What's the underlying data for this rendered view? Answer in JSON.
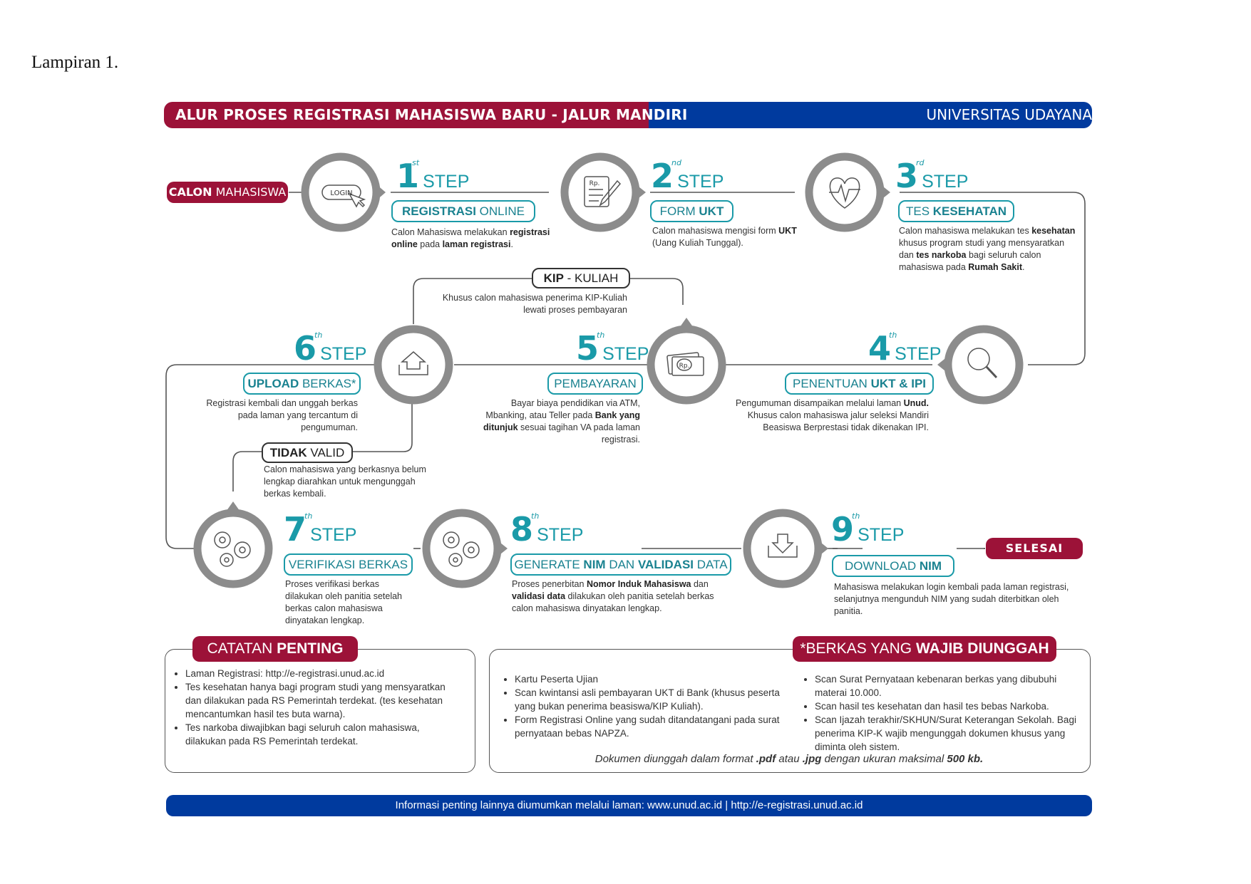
{
  "caption": "Lampiran 1.",
  "banner": {
    "title": "ALUR PROSES REGISTRASI MAHASISWA BARU - JALUR MANDIRI",
    "university": "UNIVERSITAS UDAYANA"
  },
  "start": {
    "bold": "CALON",
    "rest": " MAHASISWA"
  },
  "end": "SELESAI",
  "step_word": "STEP",
  "icons": {
    "login_text": "LOGIN",
    "currency_text": "Rp."
  },
  "steps": [
    {
      "number": "1",
      "suffix": "st",
      "label_bold": "REGISTRASI",
      "label_rest": " ONLINE",
      "desc": [
        "Calon Mahasiswa melakukan ",
        "registrasi",
        " ",
        "online",
        " pada ",
        "laman registrasi",
        "."
      ]
    },
    {
      "number": "2",
      "suffix": "nd",
      "label_rest": "FORM ",
      "label_bold": "UKT",
      "desc": [
        "Calon mahasiswa mengisi form ",
        "UKT",
        " (Uang Kuliah Tunggal)."
      ]
    },
    {
      "number": "3",
      "suffix": "rd",
      "label_rest": "TES ",
      "label_bold": "KESEHATAN",
      "desc": [
        "Calon mahasiswa melakukan tes ",
        "kesehatan",
        " khusus program studi yang mensyaratkan dan ",
        "tes narkoba",
        " bagi seluruh calon mahasiswa pada ",
        "Rumah Sakit",
        "."
      ]
    },
    {
      "number": "4",
      "suffix": "th",
      "label_rest": "PENENTUAN ",
      "label_bold": "UKT & IPI",
      "desc": [
        "Pengumuman disampaikan melalui laman ",
        "Unud.",
        " Khusus  calon mahasiswa  jalur seleksi Mandiri Beasiswa Berprestasi tidak dikenakan IPI."
      ]
    },
    {
      "number": "5",
      "suffix": "th",
      "label_rest": "PEMBAYARAN",
      "label_bold": "",
      "desc": [
        "Bayar biaya pendidikan via ATM, Mbanking, atau Teller pada ",
        "Bank yang ditunjuk",
        " sesuai tagihan VA pada laman registrasi."
      ]
    },
    {
      "number": "6",
      "suffix": "th",
      "label_bold": "UPLOAD",
      "label_rest": " BERKAS*",
      "desc": [
        "Registrasi kembali dan unggah berkas pada laman yang tercantum di pengumuman."
      ]
    },
    {
      "number": "7",
      "suffix": "th",
      "label_rest": "VERIFIKASI BERKAS",
      "label_bold": "",
      "desc": [
        "Proses verifikasi berkas dilakukan oleh panitia setelah berkas calon mahasiswa dinyatakan lengkap."
      ]
    },
    {
      "number": "8",
      "suffix": "th",
      "label_a": "GENERATE ",
      "label_b": "NIM",
      "label_c": " DAN ",
      "label_d": "VALIDASI",
      "label_e": " DATA",
      "desc": [
        "Proses penerbitan ",
        "Nomor Induk Mahasiswa",
        " dan ",
        "validasi data",
        " dilakukan oleh panitia setelah berkas calon mahasiswa dinyatakan lengkap."
      ]
    },
    {
      "number": "9",
      "suffix": "th",
      "label_rest": "DOWNLOAD ",
      "label_bold": "NIM",
      "desc": [
        "Mahasiswa melakukan login kembali pada laman registrasi, selanjutnya mengunduh NIM yang sudah diterbitkan oleh panitia."
      ]
    }
  ],
  "kip": {
    "label_bold": "KIP",
    "label_rest": " - KULIAH",
    "desc": "Khusus calon mahasiswa penerima KIP-Kuliah lewati proses pembayaran"
  },
  "tidak_valid": {
    "label_bold": "TIDAK",
    "label_rest": " VALID",
    "desc": "Calon mahasiswa yang berkasnya belum lengkap diarahkan untuk mengunggah berkas kembali."
  },
  "catatan": {
    "title_rest": "CATATAN ",
    "title_bold": "PENTING",
    "items": [
      "Laman Registrasi: http://e-registrasi.unud.ac.id",
      "Tes kesehatan hanya bagi program studi yang mensyaratkan dan dilakukan pada RS Pemerintah terdekat. (tes kesehatan mencantumkan hasil tes buta warna).",
      "Tes narkoba diwajibkan bagi seluruh calon mahasiswa, dilakukan pada RS Pemerintah terdekat."
    ]
  },
  "berkas": {
    "title_rest": "*BERKAS YANG ",
    "title_bold": "WAJIB DIUNGGAH",
    "left_items": [
      "Kartu Peserta Ujian",
      "Scan kwintansi asli pembayaran UKT di Bank (khusus peserta yang bukan penerima beasiswa/KIP Kuliah).",
      "Form Registrasi Online yang sudah ditandatangani pada surat pernyataan bebas NAPZA."
    ],
    "right_items": [
      "Scan Surat Pernyataan kebenaran berkas yang dibubuhi materai 10.000.",
      "Scan hasil tes kesehatan dan hasil tes bebas Narkoba.",
      "Scan Ijazah terakhir/SKHUN/Surat Keterangan Sekolah. Bagi penerima KIP-K wajib mengunggah dokumen khusus yang diminta oleh sistem."
    ],
    "note_a": "Dokumen diunggah dalam format ",
    "note_b": ".pdf",
    "note_c": " atau ",
    "note_d": ".jpg",
    "note_e": " dengan ukuran maksimal ",
    "note_f": "500 kb."
  },
  "footer": "Informasi penting lainnya diumumkan melalui laman:  www.unud.ac.id  |  http://e-registrasi.unud.ac.id",
  "colors": {
    "brand_red": "#9c1238",
    "brand_blue": "#003a9e",
    "teal": "#1a9aa8",
    "grey_ring": "#8c8c8c"
  }
}
